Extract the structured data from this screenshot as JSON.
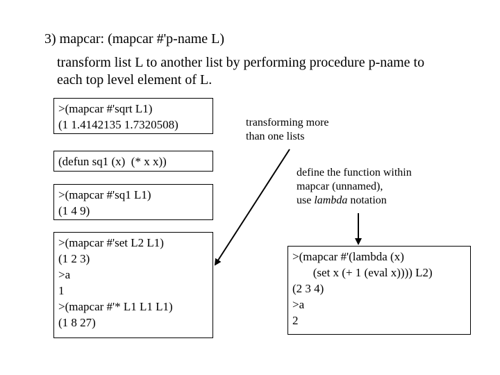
{
  "header": {
    "line1": "3) mapcar: (mapcar #'p-name L)",
    "line2": "transform list L to another list by performing procedure p-name to",
    "line3": "each top level element of L."
  },
  "box1": {
    "line1": ">(mapcar #'sqrt L1)",
    "line2": "(1 1.4142135 1.7320508)"
  },
  "box2": {
    "line1": "(defun sq1 (x)  (* x x))"
  },
  "box3": {
    "line1": ">(mapcar #'sq1 L1)",
    "line2": "(1 4 9)"
  },
  "box4": {
    "line1": ">(mapcar #'set L2 L1)",
    "line2": "(1 2 3)",
    "line3": ">a",
    "line4": "1",
    "line5": ">(mapcar #'* L1 L1 L1)",
    "line6": "(1 8 27)"
  },
  "note1": {
    "line1": "transforming more",
    "line2": "than one lists"
  },
  "note2": {
    "line1": "define the function within",
    "line2": "mapcar (unnamed),",
    "line3_prefix": "use ",
    "line3_em": "lambda",
    "line3_suffix": " notation"
  },
  "box5": {
    "line1": ">(mapcar #'(lambda (x)",
    "line2": "       (set x (+ 1 (eval x)))) L2)",
    "line3": "(2 3 4)",
    "line4": ">a",
    "line5": "2"
  }
}
